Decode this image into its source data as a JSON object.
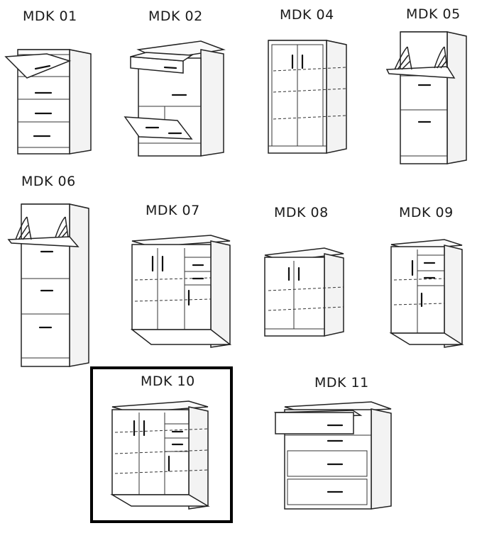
{
  "items": [
    {
      "label": "MDK 01"
    },
    {
      "label": "MDK 02"
    },
    {
      "label": "MDK 04"
    },
    {
      "label": "MDK 05"
    },
    {
      "label": "MDK 06"
    },
    {
      "label": "MDK 07"
    },
    {
      "label": "MDK 08"
    },
    {
      "label": "MDK 09"
    },
    {
      "label": "MDK 10"
    },
    {
      "label": "MDK 11"
    }
  ],
  "selected_item": "MDK 10",
  "colors": {
    "line": "#222222",
    "background": "#ffffff",
    "selection_border": "#000000"
  }
}
